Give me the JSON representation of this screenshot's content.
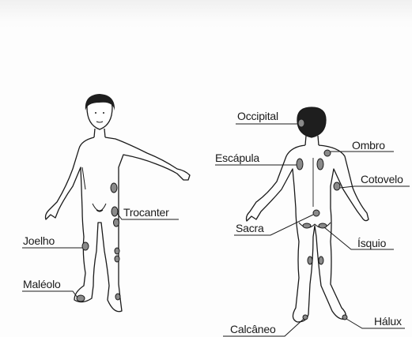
{
  "diagram": {
    "labels": {
      "trocanter": "Trocanter",
      "joelho": "Joelho",
      "maleolo": "Maléolo",
      "occipital": "Occipital",
      "ombro": "Ombro",
      "escapula": "Escápula",
      "cotovelo": "Cotovelo",
      "sacra": "Sacra",
      "isquio": "Ísquio",
      "calcaneo": "Calcâneo",
      "halux": "Hálux"
    },
    "colors": {
      "ink": "#1a1a1a",
      "pressure_point": "#8a8a8a",
      "hair": "#1e1e1e"
    }
  }
}
